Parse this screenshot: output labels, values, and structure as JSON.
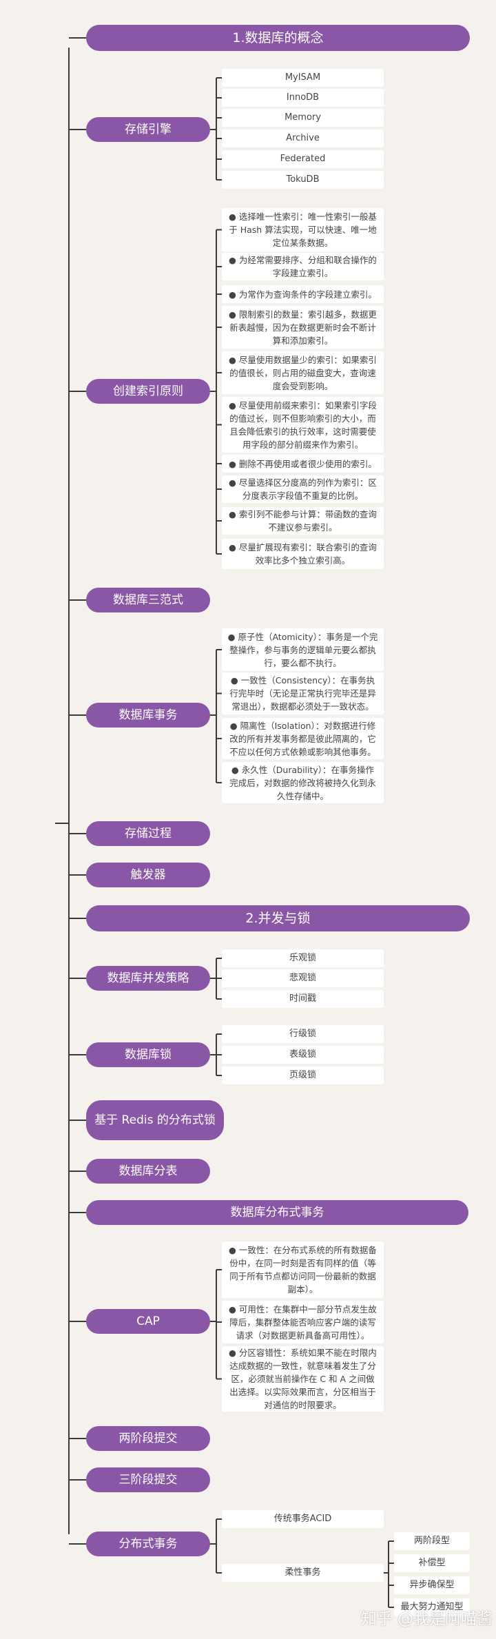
{
  "colors": {
    "pill": "#8a56a6",
    "line": "#3a3a3a",
    "box": "#ffffff",
    "background": "#f5f1ec"
  },
  "sections": [
    {
      "title": "1.数据库的概念"
    },
    {
      "title": "2.并发与锁"
    }
  ],
  "storage_engine": {
    "label": "存储引擎",
    "items": [
      "MyISAM",
      "InnoDB",
      "Memory",
      "Archive",
      "Federated",
      "TokuDB"
    ]
  },
  "index_principles": {
    "label": "创建索引原则",
    "items": [
      "选择唯一性索引：唯一性索引一般基于 Hash 算法实现，可以快速、唯一地定位某条数据。",
      "为经常需要排序、分组和联合操作的字段建立索引。",
      "为常作为查询条件的字段建立索引。",
      "限制索引的数量：索引越多，数据更新表越慢，因为在数据更新时会不断计算和添加索引。",
      "尽量使用数据量少的索引：如果索引的值很长，则占用的磁盘变大，查询速度会受到影响。",
      "尽量使用前缀来索引：如果索引字段的值过长，则不但影响索引的大小，而且会降低索引的执行效率，这时需要使用字段的部分前缀来作为索引。",
      "删除不再使用或者很少使用的索引。",
      "尽量选择区分度高的列作为索引：区分度表示字段值不重复的比例。",
      "索引列不能参与计算：带函数的查询不建议参与索引。",
      "尽量扩展现有索引：联合索引的查询效率比多个独立索引高。"
    ]
  },
  "normal_forms": {
    "label": "数据库三范式"
  },
  "transaction": {
    "label": "数据库事务",
    "items": [
      "原子性（Atomicity）：事务是一个完整操作，参与事务的逻辑单元要么都执行，要么都不执行。",
      "一致性（Consistency）：在事务执行完毕时（无论是正常执行完毕还是异常退出），数据都必须处于一致状态。",
      "隔离性（Isolation）：对数据进行修改的所有并发事务都是彼此隔离的，它不应以任何方式依赖或影响其他事务。",
      "永久性（Durability）：在事务操作完成后，对数据的修改将被持久化到永久性存储中。"
    ]
  },
  "stored_procedure": {
    "label": "存储过程"
  },
  "trigger": {
    "label": "触发器"
  },
  "concurrency_strategy": {
    "label": "数据库并发策略",
    "items": [
      "乐观锁",
      "悲观锁",
      "时间戳"
    ]
  },
  "db_lock": {
    "label": "数据库锁",
    "items": [
      "行级锁",
      "表级锁",
      "页级锁"
    ]
  },
  "redis_lock": {
    "label": "基于 Redis 的分布式锁"
  },
  "sharding": {
    "label": "数据库分表"
  },
  "distributed_tx_section": {
    "label": "数据库分布式事务"
  },
  "cap": {
    "label": "CAP",
    "items": [
      "一致性：在分布式系统的所有数据备份中，在同一时刻是否有同样的值（等同于所有节点都访问同一份最新的数据副本）。",
      "可用性：在集群中一部分节点发生故障后，集群整体能否响应客户端的读写请求（对数据更新具备高可用性）。",
      "分区容错性：系统如果不能在时限内达成数据的一致性，就意味着发生了分区，必须就当前操作在 C 和 A 之间做出选择。以实际效果而言，分区相当于对通信的时限要求。"
    ]
  },
  "two_phase": {
    "label": "两阶段提交"
  },
  "three_phase": {
    "label": "三阶段提交"
  },
  "distributed_tx": {
    "label": "分布式事务",
    "acid": "传统事务ACID",
    "flexible": {
      "label": "柔性事务",
      "items": [
        "两阶段型",
        "补偿型",
        "异步确保型",
        "最大努力通知型"
      ]
    }
  },
  "watermark": "知乎 @我是阿喵酱"
}
